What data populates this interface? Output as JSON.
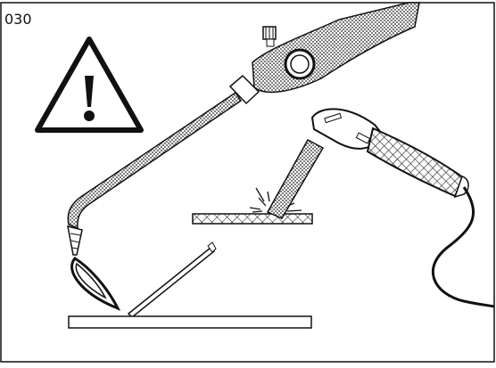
{
  "figure": {
    "label": "030",
    "warning_symbol": "warning-triangle-icon",
    "subjects": [
      "gas-welding-torch",
      "arc-welding-electrode-holder"
    ],
    "colors": {
      "ink": "#111111",
      "background": "#ffffff"
    }
  }
}
